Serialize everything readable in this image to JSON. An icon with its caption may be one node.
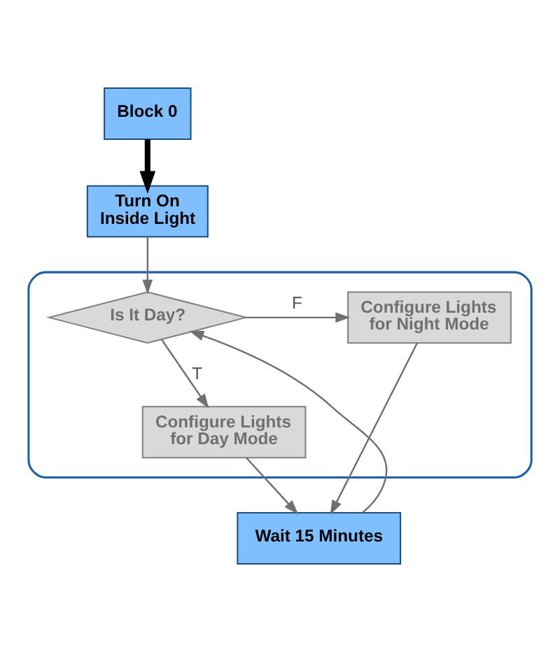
{
  "diagram": {
    "nodes": [
      {
        "text": [
          "Block 0"
        ]
      },
      {
        "text": [
          "Turn On Inside Light"
        ]
      },
      {
        "text": [],
        "shape": "box"
      },
      {
        "text": [
          "Is It Day?"
        ],
        "in": 2
      },
      {
        "text": [
          "Configure Lights for Night Mode"
        ],
        "in": 2
      },
      {
        "text": [
          "Configure Lights for Day Mode"
        ],
        "in": 2
      },
      {
        "text": [
          "Wait 15 Minutes"
        ]
      }
    ],
    "edges": [
      {
        "from": 0,
        "to": 1,
        "arrow": "to",
        "style": "thick",
        "color": "#000000"
      },
      {
        "from": 1,
        "to": 3,
        "arrow": "to"
      },
      {
        "from": 3,
        "to": 4,
        "arrow": "to",
        "label": "F"
      },
      {
        "from": 3,
        "to": 5,
        "arrow": "to",
        "label": "T"
      },
      {
        "from": 5,
        "to": 6,
        "arrow": "to"
      },
      {
        "from": 4,
        "to": 6,
        "arrow": "to"
      },
      {
        "from": 6,
        "to": 3,
        "arrow": "to"
      }
    ]
  }
}
